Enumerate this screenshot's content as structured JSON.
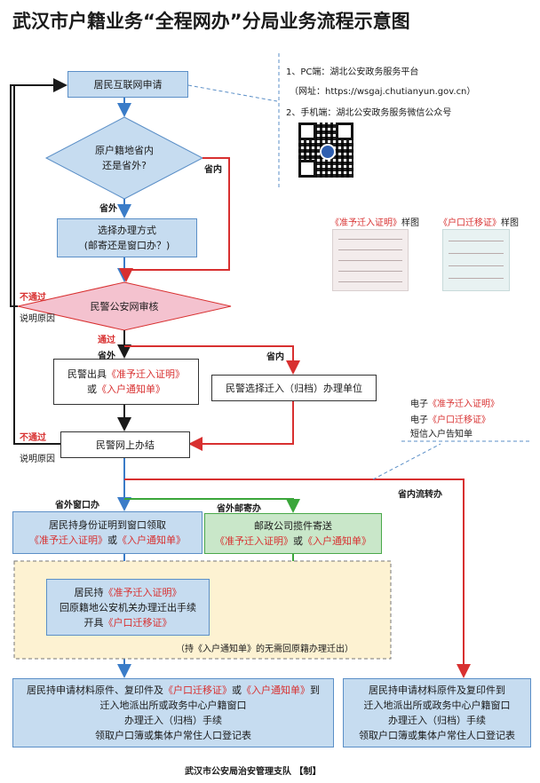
{
  "title": "武汉市户籍业务“全程网办”分局业务流程示意图",
  "footer": "武汉市公安局治安管理支队 【制】",
  "info": {
    "pc": "1、PC端：湖北公安政务服务平台",
    "url": "（网址：https://wsgaj.chutianyun.gov.cn）",
    "mobile": "2、手机端：湖北公安政务服务微信公众号"
  },
  "samples": {
    "zhunyu_label": "《准予迁入证明》",
    "zhunyu_suffix": "样图",
    "huqian_label": "《户口迁移证》",
    "huqian_suffix": "样图"
  },
  "nodes": {
    "apply": "居民互联网申请",
    "decision_l1": "原户籍地省内",
    "decision_l2": "还是省外?",
    "choose_l1": "选择办理方式",
    "choose_l2": "(邮寄还是窗口办？)",
    "review": "民警公安网审核",
    "issue_l1": "民警出具",
    "issue_red1": "《准予迁入证明》",
    "issue_l2_pre": "或",
    "issue_red2": "《入户通知单》",
    "select_unit": "民警选择迁入（归档）办理单位",
    "online": "民警网上办结",
    "window_l1": "居民持身份证明到窗口领取",
    "window_red1": "《准予迁入证明》",
    "window_or": "或",
    "window_red2": "《入户通知单》",
    "post_l1": "邮政公司揽件寄送",
    "post_red1": "《准予迁入证明》",
    "post_or": "或",
    "post_red2": "《入户通知单》",
    "origin_pre": "居民持",
    "origin_red1": "《准予迁入证明》",
    "origin_l2": "回原籍地公安机关办理迁出手续",
    "origin_l3_pre": "开具",
    "origin_red2": "《户口迁移证》",
    "origin_note": "（持《入户通知单》的无需回原籍办理迁出）",
    "final_left_pre": "居民持申请材料原件、复印件及",
    "final_left_red1": "《户口迁移证》",
    "final_left_or": "或",
    "final_left_red2": "《入户通知单》",
    "final_left_to": "到",
    "final_left_l2": "迁入地派出所或政务中心户籍窗口",
    "final_left_l3": "办理迁入（归档）手续",
    "final_left_l4": "领取户口簿或集体户常住人口登记表",
    "final_right_l1": "居民持申请材料原件及复印件到",
    "final_right_l2": "迁入地派出所或政务中心户籍窗口",
    "final_right_l3": "办理迁入（归档）手续",
    "final_right_l4": "领取户口簿或集体户常住人口登记表"
  },
  "electronic": {
    "e1_pre": "电子",
    "e1_red": "《准予迁入证明》",
    "e2_pre": "电子",
    "e2_red": "《户口迁移证》",
    "sms": "短信入户告知单"
  },
  "labels": {
    "shengnei_1": "省内",
    "shengwai_1": "省外",
    "butongguo_1": "不通过",
    "reason_1": "说明原因",
    "tongguo": "通过",
    "shengwai_2": "省外",
    "shengnei_2": "省内",
    "butongguo_2": "不通过",
    "reason_2": "说明原因",
    "window_branch": "省外窗口办",
    "post_branch": "省外邮寄办",
    "province_branch": "省内流转办"
  }
}
